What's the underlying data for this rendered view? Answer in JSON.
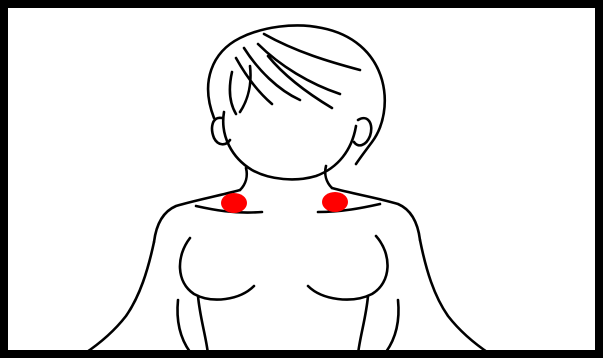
{
  "figure": {
    "frame_color": "#000000",
    "background_color": "#ffffff",
    "line_color": "#000000",
    "marker_color": "#ff0000",
    "subject": "figure-outline-head-shoulders-torso",
    "markers": [
      {
        "name": "left-shoulder-marker",
        "side": "left"
      },
      {
        "name": "right-shoulder-marker",
        "side": "right"
      }
    ]
  }
}
